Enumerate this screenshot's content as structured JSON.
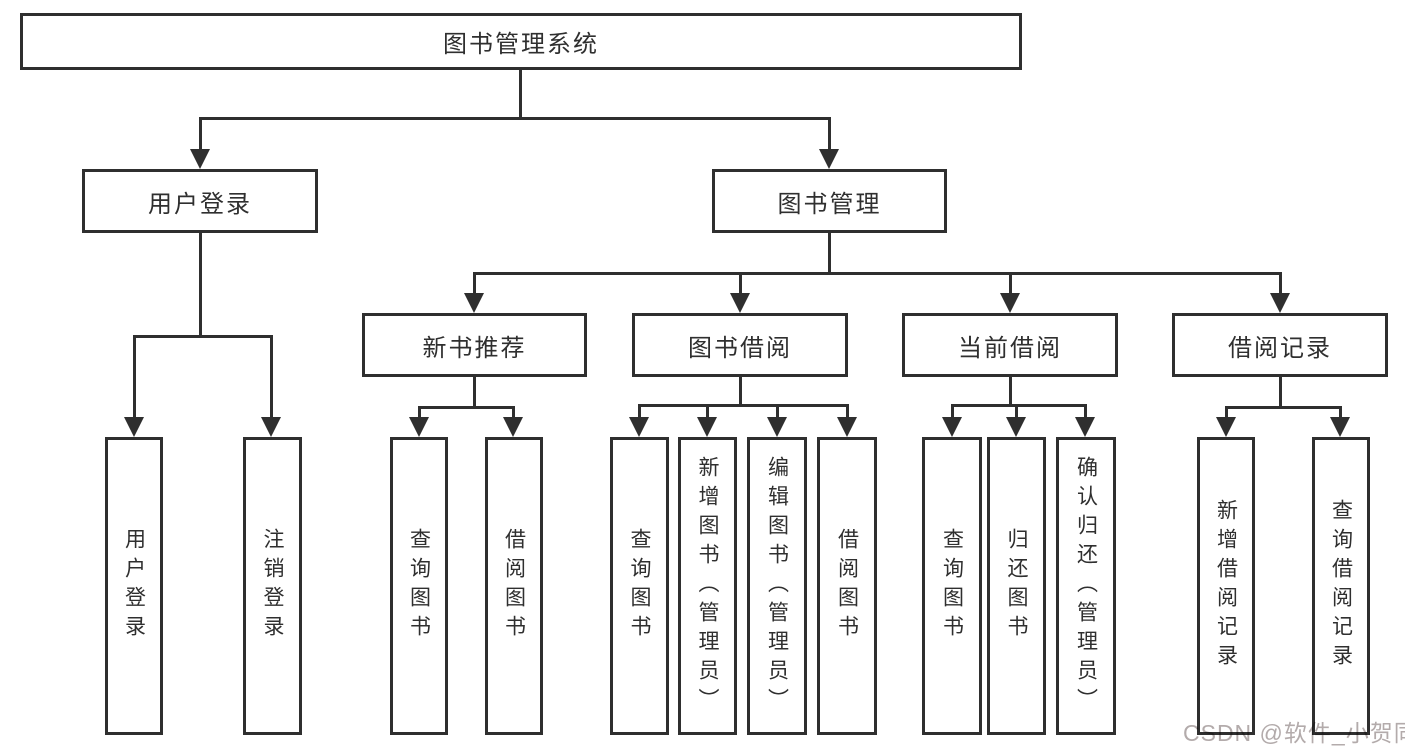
{
  "diagram": {
    "type": "tree",
    "root": {
      "label": "图书管理系统"
    },
    "branches": [
      {
        "label": "用户登录",
        "children": [
          {
            "label": "用户登录"
          },
          {
            "label": "注销登录"
          }
        ]
      },
      {
        "label": "图书管理",
        "children": [
          {
            "label": "新书推荐",
            "children": [
              {
                "label": "查询图书"
              },
              {
                "label": "借阅图书"
              }
            ]
          },
          {
            "label": "图书借阅",
            "children": [
              {
                "label": "查询图书"
              },
              {
                "label": "新增图书（管理员）"
              },
              {
                "label": "编辑图书（管理员）"
              },
              {
                "label": "借阅图书"
              }
            ]
          },
          {
            "label": "当前借阅",
            "children": [
              {
                "label": "查询图书"
              },
              {
                "label": "归还图书"
              },
              {
                "label": "确认归还（管理员）"
              }
            ]
          },
          {
            "label": "借阅记录",
            "children": [
              {
                "label": "新增借阅记录"
              },
              {
                "label": "查询借阅记录"
              }
            ]
          }
        ]
      }
    ]
  },
  "watermark": {
    "text": "CSDN @软件_小贺同学",
    "color": "#b3abab"
  },
  "colors": {
    "line": "#2f2f2f",
    "box_border": "#2f2f2f",
    "text": "#2f2f2f",
    "background": "#ffffff"
  }
}
